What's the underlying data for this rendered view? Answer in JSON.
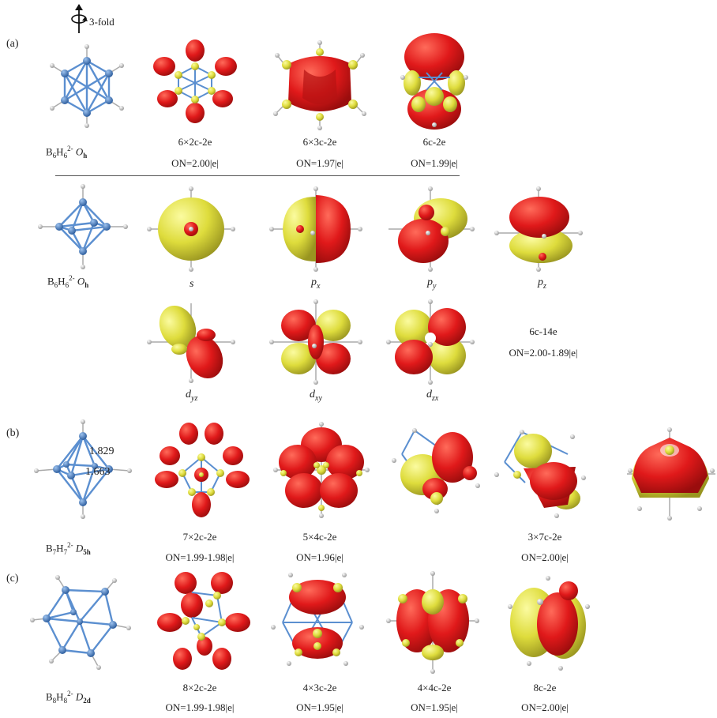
{
  "panels": {
    "a": "(a)",
    "b": "(b)",
    "c": "(c)"
  },
  "axis_label": "3-fold",
  "molecules": {
    "m1": {
      "formula": "B",
      "n1": "6",
      "h": "H",
      "n2": "6",
      "charge": "2-",
      "sym": "O",
      "symsub": "h"
    },
    "m2": {
      "formula": "B",
      "n1": "6",
      "h": "H",
      "n2": "6",
      "charge": "2-",
      "sym": "O",
      "symsub": "h"
    },
    "m3": {
      "formula": "B",
      "n1": "7",
      "h": "H",
      "n2": "7",
      "charge": "2-",
      "sym": "D",
      "symsub": "5h"
    },
    "m4": {
      "formula": "B",
      "n1": "8",
      "h": "H",
      "n2": "8",
      "charge": "2-",
      "sym": "D",
      "symsub": "2d"
    }
  },
  "bond_lengths": {
    "long": "1.829",
    "short": "1.663"
  },
  "row_a": {
    "bonds": [
      "6×2c-2e",
      "6×3c-2e",
      "6c-2e"
    ],
    "ons": [
      "ON=2.00|e|",
      "ON=1.97|e|",
      "ON=1.99|e|"
    ]
  },
  "row_a2": {
    "orbitals": [
      {
        "main": "s",
        "sub": ""
      },
      {
        "main": "p",
        "sub": "x"
      },
      {
        "main": "p",
        "sub": "y"
      },
      {
        "main": "p",
        "sub": "z"
      }
    ]
  },
  "row_a3": {
    "orbitals": [
      {
        "main": "d",
        "sub": "yz"
      },
      {
        "main": "d",
        "sub": "xy"
      },
      {
        "main": "d",
        "sub": "zx"
      }
    ],
    "bond": "6c-14e",
    "on": "ON=2.00-1.89|e|"
  },
  "row_b": {
    "bonds": [
      "7×2c-2e",
      "5×4c-2e",
      "3×7c-2e"
    ],
    "ons": [
      "ON=1.99-1.98|e|",
      "ON=1.96|e|",
      "ON=2.00|e|"
    ]
  },
  "row_c": {
    "bonds": [
      "8×2c-2e",
      "4×3c-2e",
      "4×4c-2e",
      "8c-2e"
    ],
    "ons": [
      "ON=1.99-1.98|e|",
      "ON=1.95|e|",
      "ON=1.95|e|",
      "ON=2.00|e|"
    ]
  },
  "colors": {
    "red": "#d91a1a",
    "yellow": "#e6e04a",
    "boron": "#4a80c4",
    "bond": "#5b8fd0",
    "hydrogen": "#cfcfcf"
  }
}
